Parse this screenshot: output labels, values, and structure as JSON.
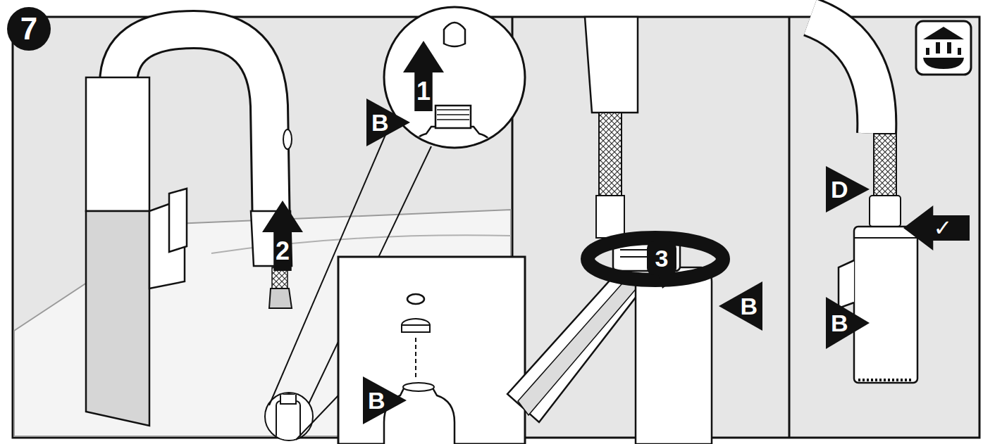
{
  "diagram": {
    "nodes": [
      {
        "text": [
          "7"
        ]
      },
      {
        "text": [
          "1"
        ]
      },
      {
        "text": [
          "B"
        ]
      },
      {
        "text": [
          "2"
        ]
      },
      {
        "text": [
          "B"
        ]
      },
      {
        "text": [
          "3"
        ]
      },
      {
        "text": [
          "B"
        ]
      },
      {
        "text": [
          "D"
        ]
      },
      {
        "text": [
          "✓"
        ]
      },
      {
        "text": [
          "B"
        ]
      }
    ]
  }
}
